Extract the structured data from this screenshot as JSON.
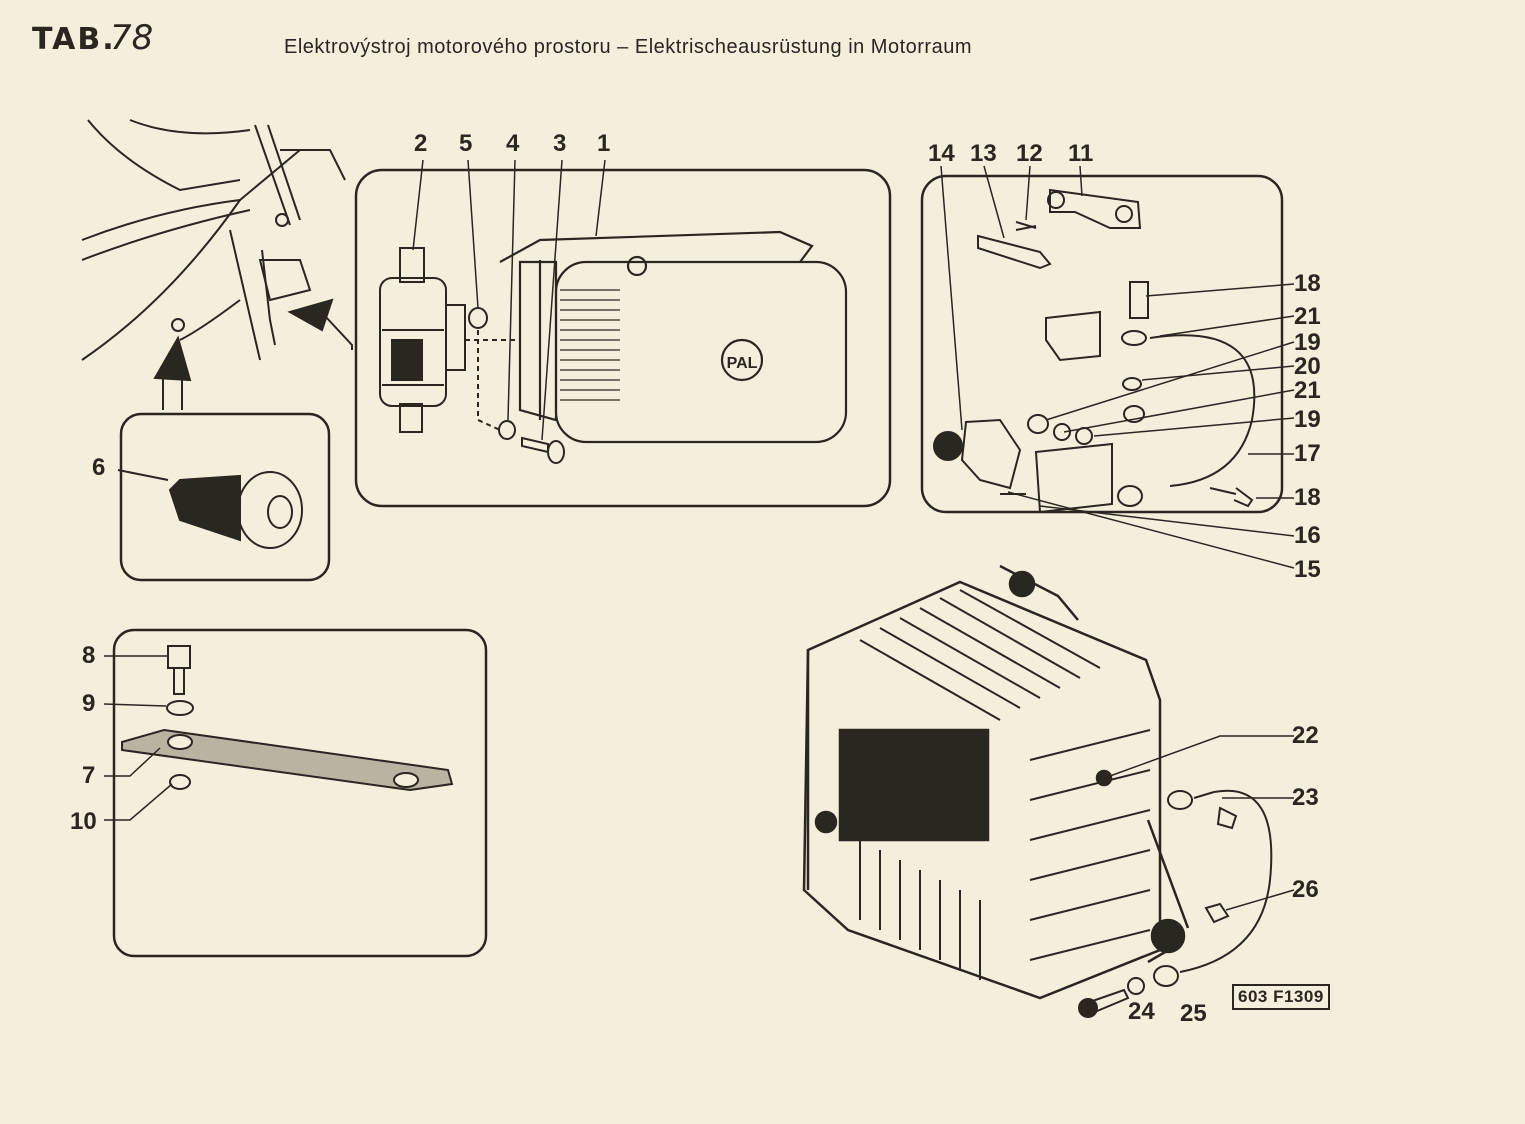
{
  "header": {
    "tab_label": "TAB.",
    "tab_number": "78",
    "title": "Elektrovýstroj motorového prostoru – Elektrischeausrüstung in Motorraum"
  },
  "callouts": {
    "c1": "1",
    "c2": "2",
    "c3": "3",
    "c4": "4",
    "c5": "5",
    "c6": "6",
    "c7": "7",
    "c8": "8",
    "c9": "9",
    "c10": "10",
    "c11": "11",
    "c12": "12",
    "c13": "13",
    "c14": "14",
    "c15": "15",
    "c16": "16",
    "c17": "17",
    "c18a": "18",
    "c18b": "18",
    "c19a": "19",
    "c19b": "19",
    "c20": "20",
    "c21a": "21",
    "c21b": "21",
    "c22": "22",
    "c23": "23",
    "c24": "24",
    "c25": "25",
    "c26": "26"
  },
  "capacitor_logo": "PAL",
  "drawing_code": "603 F1309"
}
